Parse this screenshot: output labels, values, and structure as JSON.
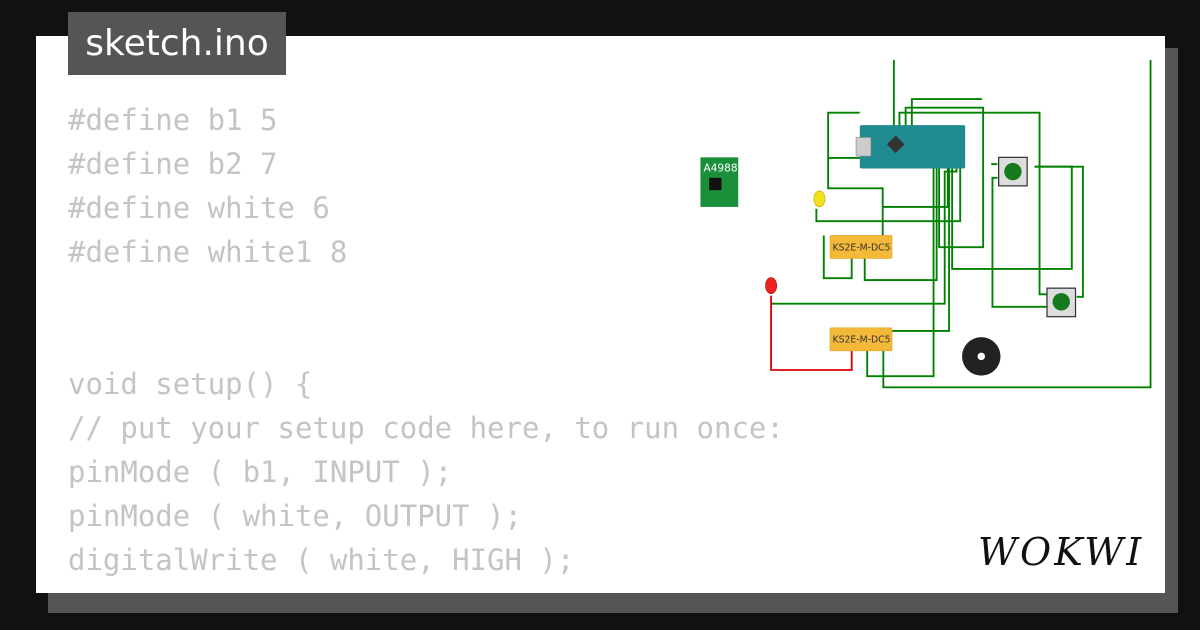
{
  "header": {
    "title": "sketch.ino"
  },
  "code": {
    "lines": [
      "#define b1 5",
      "#define b2 7",
      "#define white 6",
      "#define white1 8",
      "",
      "",
      "void setup() {",
      "// put your setup code here, to run once:",
      "pinMode ( b1, INPUT );",
      "pinMode ( white, OUTPUT );",
      "digitalWrite ( white, HIGH );"
    ]
  },
  "parts": {
    "driver_label": "A4988",
    "relay1_label": "KS2E-M-DC5",
    "relay2_label": "KS2E-M-DC5"
  },
  "branding": {
    "logo": "WOKWI"
  },
  "colors": {
    "wire_green": "#008000",
    "wire_red": "#e00000",
    "board": "#1f8a8f",
    "relay": "#f5b93a"
  }
}
